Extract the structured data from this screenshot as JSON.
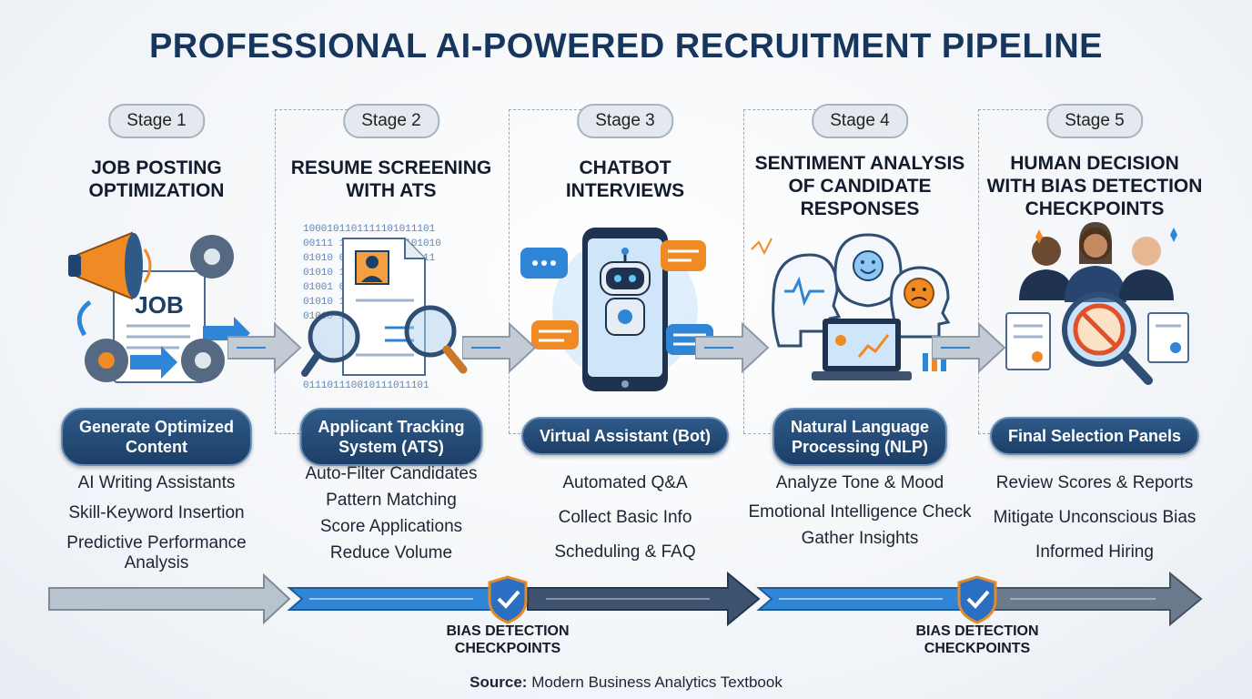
{
  "title": "PROFESSIONAL AI-POWERED RECRUITMENT PIPELINE",
  "stages": [
    {
      "badge": "Stage 1",
      "title_lines": [
        "JOB POSTING",
        "OPTIMIZATION"
      ],
      "pill_lines": [
        "Generate Optimized",
        "Content"
      ],
      "items": [
        "AI Writing Assistants",
        "Skill-Keyword Insertion",
        "Predictive Performance Analysis"
      ],
      "icon": "megaphone-job-posting-gears-icon",
      "job_label": "JOB"
    },
    {
      "badge": "Stage 2",
      "title_lines": [
        "RESUME SCREENING",
        "WITH ATS"
      ],
      "pill_lines": [
        "Applicant Tracking",
        "System (ATS)"
      ],
      "items": [
        "Auto-Filter Candidates",
        "Pattern Matching",
        "Score Applications",
        "Reduce Volume"
      ],
      "icon": "resume-magnifier-binary-icon",
      "binary_rows": [
        "1000101101111101011101",
        "00111 11100101010101010",
        "01010 0101010101010011",
        "01010 10101010101001",
        "01001 01010101010011",
        "01010 10101010101010",
        "01010 10101010101011",
        "011101110010111011101"
      ]
    },
    {
      "badge": "Stage 3",
      "title_lines": [
        "CHATBOT",
        "INTERVIEWS"
      ],
      "pill_lines": [
        "Virtual Assistant (Bot)"
      ],
      "items": [
        "Automated Q&A",
        "Collect Basic Info",
        "Scheduling & FAQ"
      ],
      "icon": "smartphone-chatbot-icon"
    },
    {
      "badge": "Stage 4",
      "title_lines": [
        "SENTIMENT ANALYSIS",
        "OF CANDIDATE",
        "RESPONSES"
      ],
      "pill_lines": [
        "Natural Language",
        "Processing (NLP)"
      ],
      "items": [
        "Analyze Tone & Mood",
        "Emotional Intelligence Check",
        "Gather Insights"
      ],
      "icon": "heads-emotions-laptop-icon"
    },
    {
      "badge": "Stage 5",
      "title_lines": [
        "HUMAN DECISION",
        "WITH BIAS DETECTION",
        "CHECKPOINTS"
      ],
      "pill_lines": [
        "Final Selection Panels"
      ],
      "items": [
        "Review Scores & Reports",
        "Mitigate Unconscious Bias",
        "Informed Hiring"
      ],
      "icon": "panel-people-no-bias-magnifier-icon"
    }
  ],
  "checkpoints": [
    {
      "label_lines": [
        "BIAS DETECTION",
        "CHECKPOINTS"
      ],
      "icon": "shield-check-icon"
    },
    {
      "label_lines": [
        "BIAS DETECTION",
        "CHECKPOINTS"
      ],
      "icon": "shield-check-icon"
    }
  ],
  "source": {
    "label": "Source:",
    "text": "Modern Business Analytics Textbook"
  },
  "colors": {
    "title": "#17365d",
    "pill": "#1f4470",
    "timeline_blue": "#2f86d6",
    "timeline_gray": "#8d99a8",
    "timeline_dark": "#3d5370",
    "shield": "#2a6fc2",
    "shield_border": "#e38a2b",
    "accent_orange": "#f08a24"
  }
}
